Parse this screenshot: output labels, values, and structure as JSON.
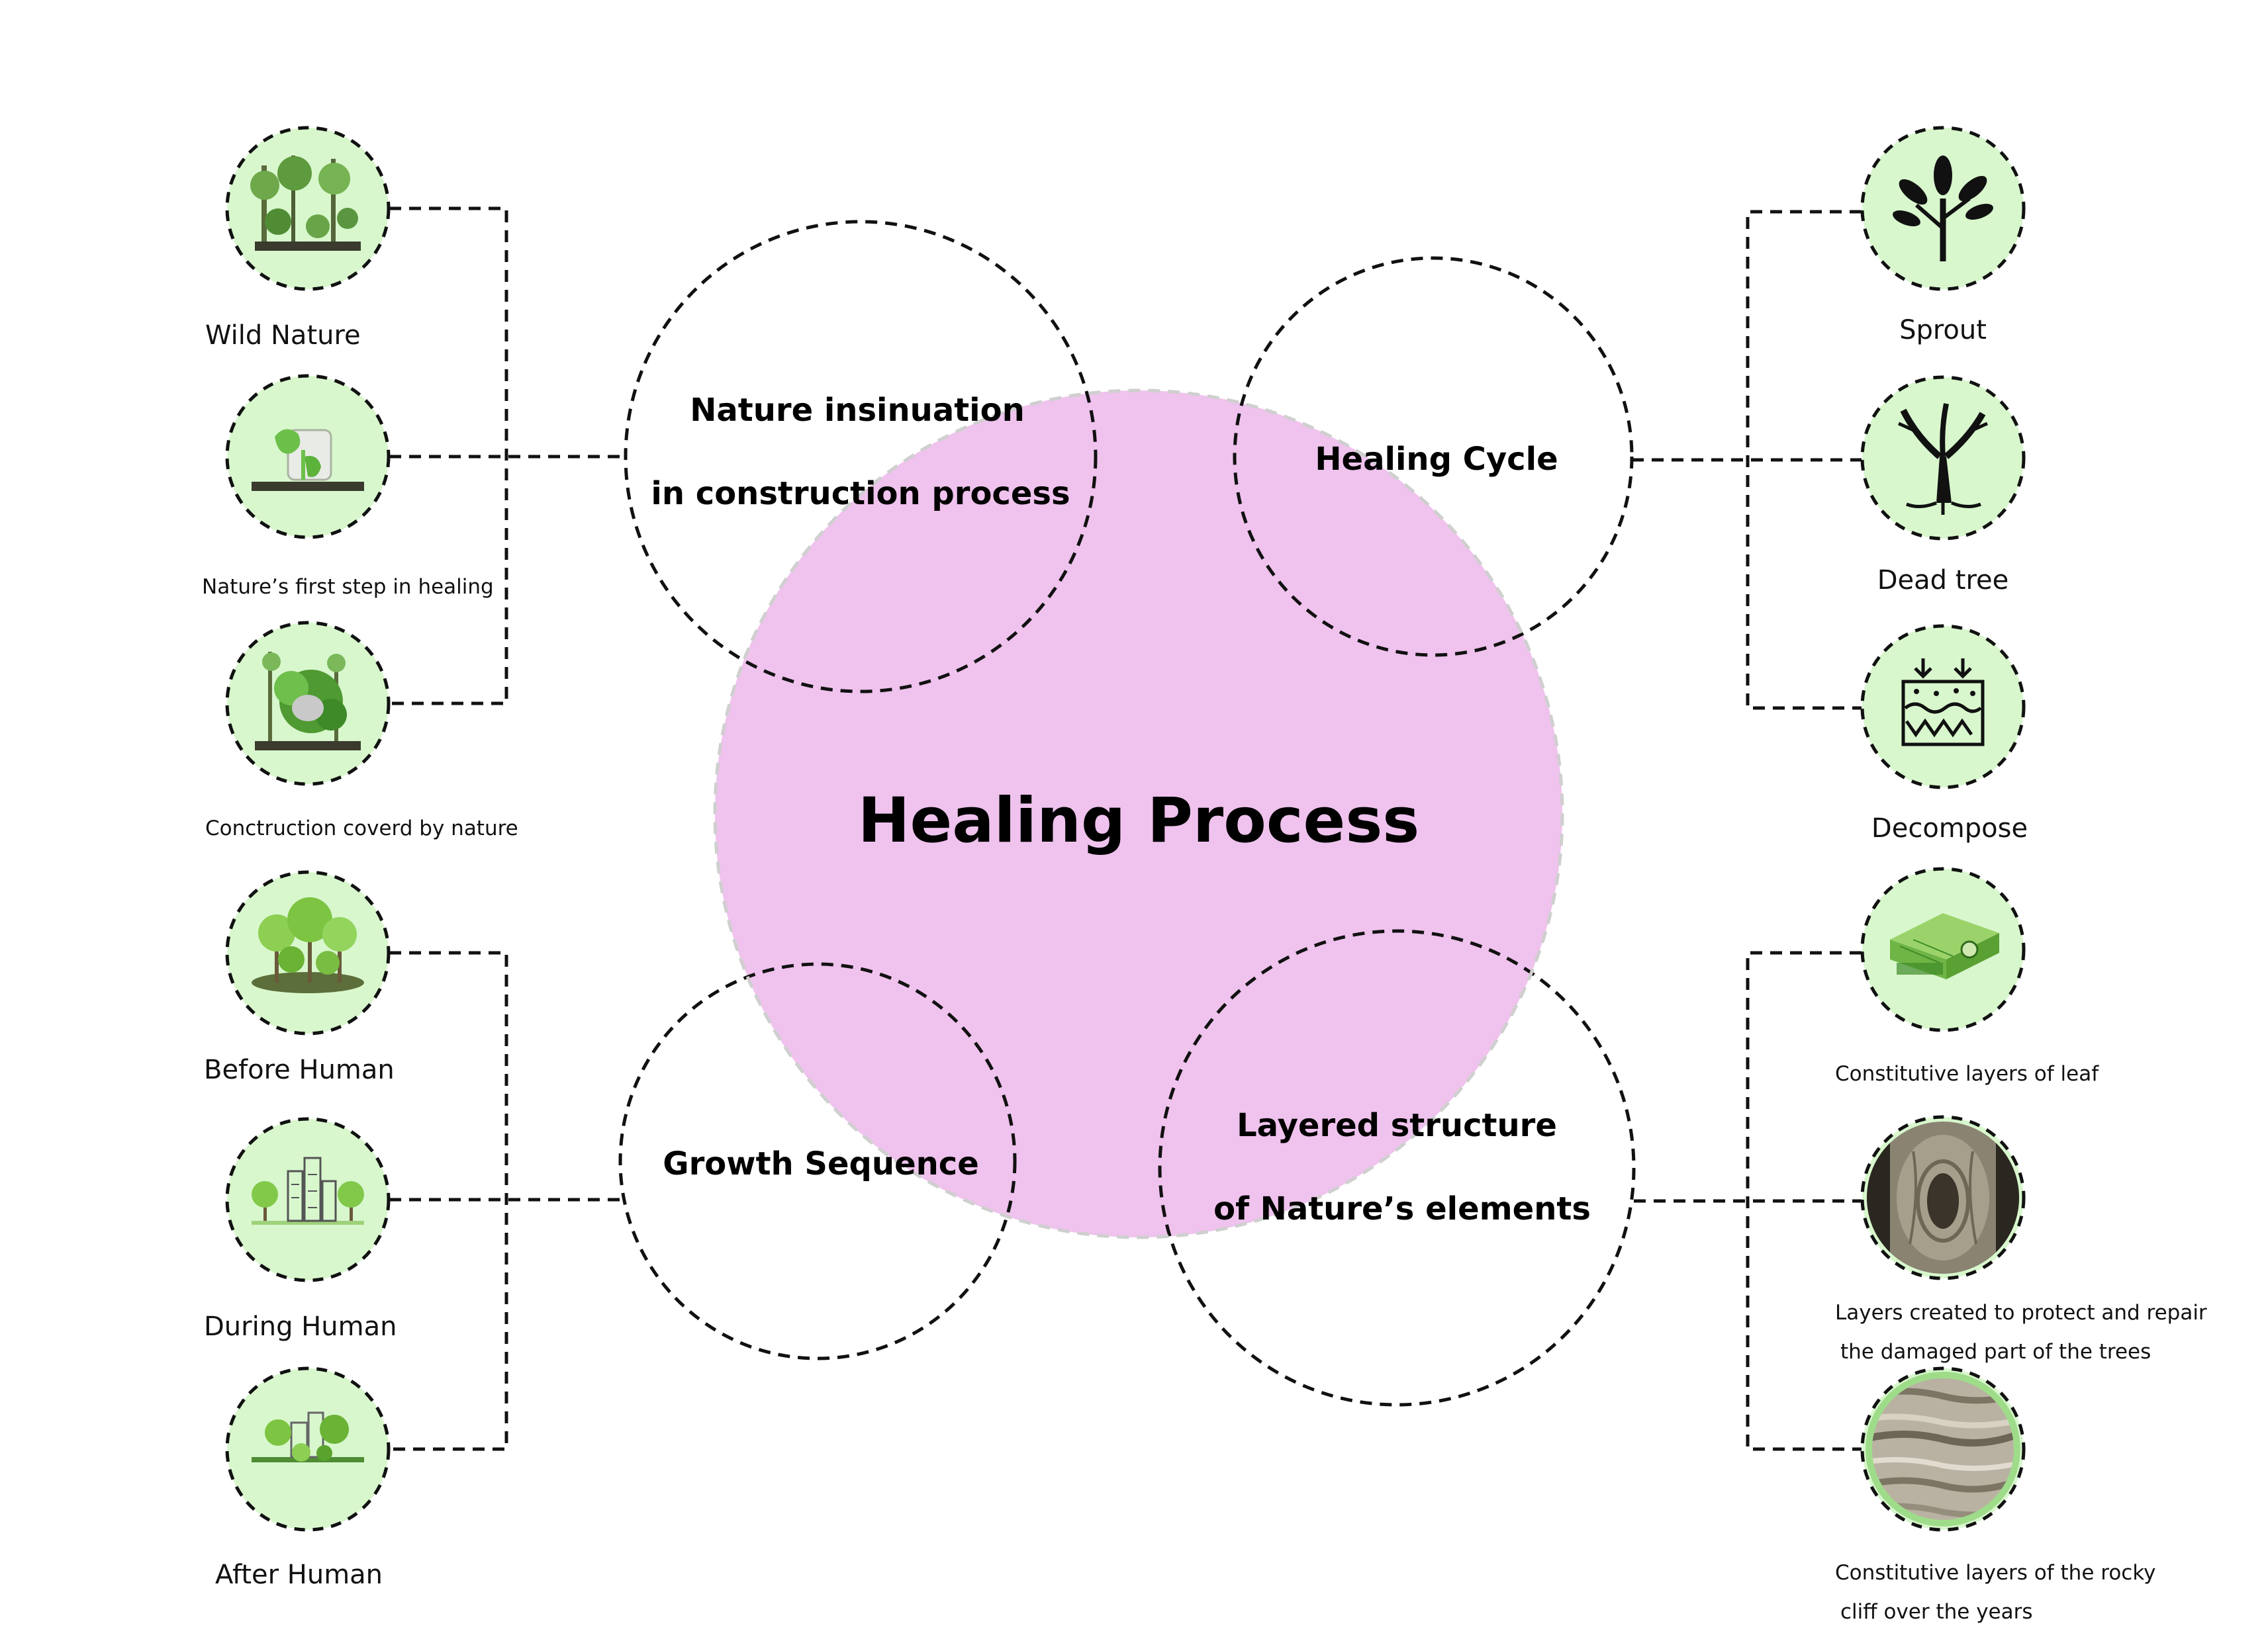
{
  "center": {
    "title": "Healing Process",
    "fill": "#efc3ed"
  },
  "node_fill": "#d8f7cd",
  "categories": {
    "nature_insinuation": {
      "line1": "Nature insinuation",
      "line2": "in construction process"
    },
    "healing_cycle": {
      "label": "Healing Cycle"
    },
    "growth_sequence": {
      "label": "Growth Sequence"
    },
    "layered_structure": {
      "line1": "Layered structure",
      "line2": "of Nature’s elements"
    }
  },
  "left_nodes": {
    "wild_nature": {
      "label": "Wild Nature",
      "icon": "wild-nature-photo-icon"
    },
    "first_step": {
      "label": "Nature’s first step in healing",
      "icon": "first-step-healing-photo-icon"
    },
    "construction_covered": {
      "label": "Conctruction coverd by nature",
      "icon": "construction-covered-photo-icon"
    },
    "before_human": {
      "label": "Before  Human",
      "icon": "before-human-trees-icon"
    },
    "during_human": {
      "label": "During  Human",
      "icon": "during-human-city-icon"
    },
    "after_human": {
      "label": "After  Human",
      "icon": "after-human-ruins-icon"
    }
  },
  "right_nodes": {
    "sprout": {
      "label": "Sprout",
      "icon": "sprout-tree-icon"
    },
    "dead_tree": {
      "label": "Dead tree",
      "icon": "dead-tree-icon"
    },
    "decompose": {
      "label": "Decompose",
      "icon": "decompose-soil-icon"
    },
    "leaf_layers": {
      "label": "Constitutive layers of leaf",
      "icon": "leaf-cross-section-icon"
    },
    "tree_layers": {
      "line1": "Layers created to protect and repair",
      "line2": " the damaged part of the trees",
      "icon": "tree-bark-wound-icon"
    },
    "rock_layers": {
      "line1": "Constitutive layers of the rocky",
      "line2": " cliff over the years",
      "icon": "rocky-cliff-layers-icon"
    }
  }
}
